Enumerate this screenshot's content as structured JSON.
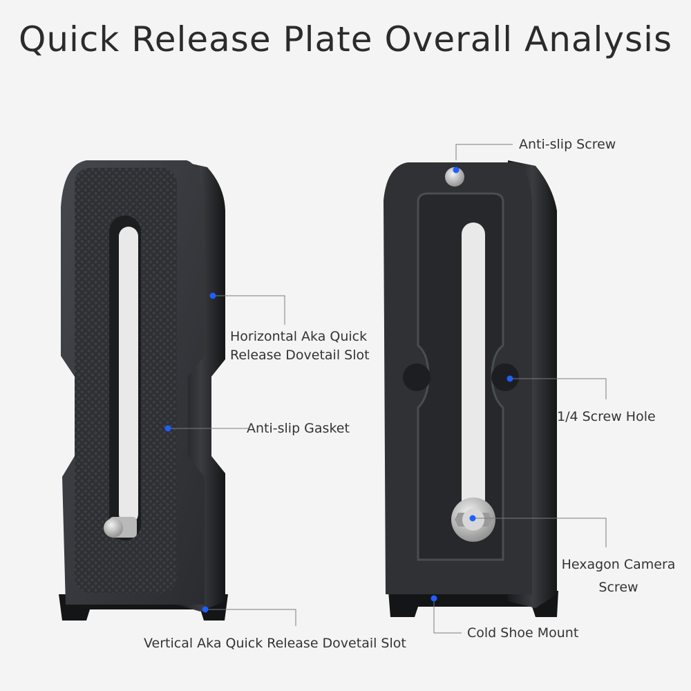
{
  "title": "Quick Release Plate Overall Analysis",
  "accent_color": "#1e5fff",
  "callouts": {
    "horizontal_slot": [
      "Horizontal Aka Quick",
      "Release Dovetail Slot"
    ],
    "anti_slip_gasket": "Anti-slip Gasket",
    "vertical_slot": "Vertical Aka  Quick Release Dovetail Slot",
    "anti_slip_screw": "Anti-slip Screw",
    "screw_hole": "1/4 Screw Hole",
    "hexagon_screw": [
      "Hexagon Camera",
      "Screw"
    ],
    "cold_shoe": "Cold Shoe Mount"
  }
}
